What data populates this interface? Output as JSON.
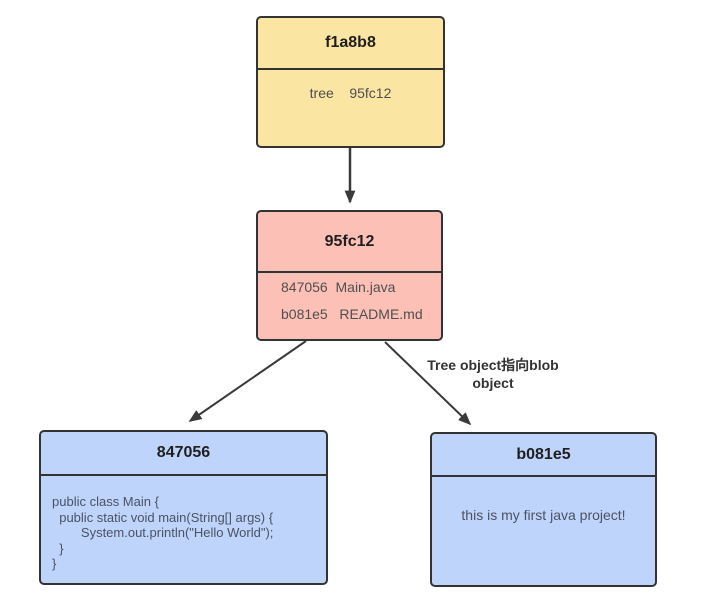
{
  "canvas": {
    "background": "#ffffff",
    "border_color": "#333333",
    "arrow_color": "#3a3a3a"
  },
  "nodes": {
    "commit": {
      "title": "f1a8b8",
      "fill": "#FBE5A2",
      "row": "tree    95fc12"
    },
    "tree": {
      "title": "95fc12",
      "fill": "#FDC0B7",
      "rows": [
        "847056  Main.java",
        "b081e5   README.md"
      ]
    },
    "blob_main": {
      "title": "847056",
      "fill": "#BFD4FB",
      "code_lines": [
        "public class Main {",
        "  public static void main(String[] args) {",
        "        System.out.println(\"Hello World\");",
        "  }",
        "}"
      ]
    },
    "blob_readme": {
      "title": "b081e5",
      "fill": "#BFD4FB",
      "body": "this is my first java project!"
    }
  },
  "annotation": {
    "line1": "Tree object指向blob",
    "line2": "object"
  }
}
